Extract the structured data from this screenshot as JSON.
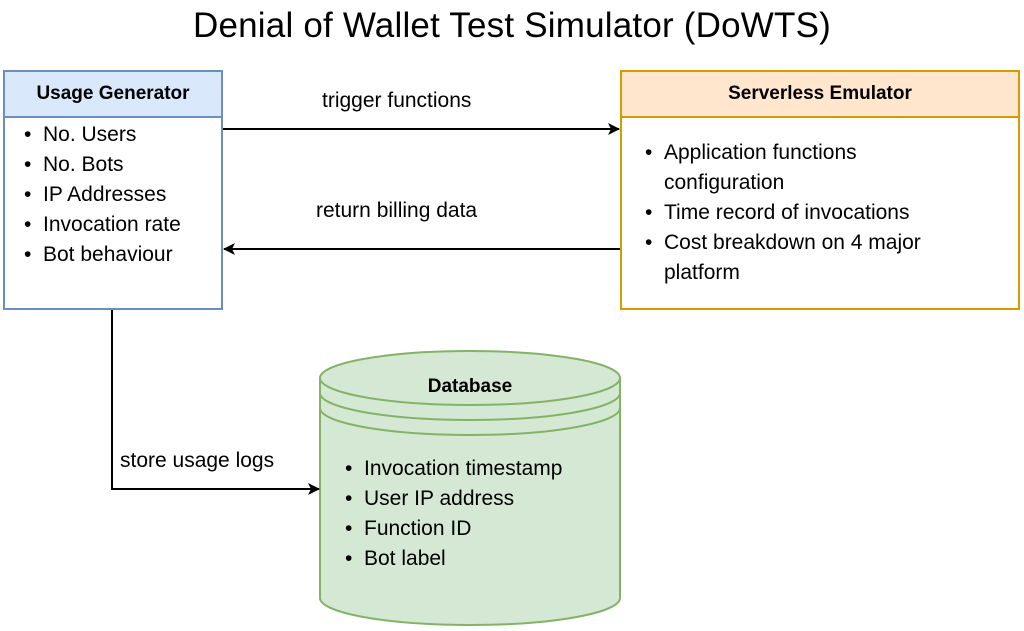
{
  "title": "Denial of Wallet Test Simulator (DoWTS)",
  "usage_generator": {
    "header": "Usage Generator",
    "items": [
      "No. Users",
      "No. Bots",
      "IP Addresses",
      "Invocation rate",
      "Bot behaviour"
    ]
  },
  "serverless_emulator": {
    "header": "Serverless Emulator",
    "items": [
      "Application functions configuration",
      "Time record of invocations",
      "Cost breakdown on 4 major platform"
    ]
  },
  "database": {
    "header": "Database",
    "items": [
      "Invocation timestamp",
      "User IP address",
      "Function ID",
      "Bot label"
    ]
  },
  "edges": {
    "trigger": "trigger functions",
    "billing": "return billing data",
    "logs": "store usage logs"
  },
  "colors": {
    "usage_fill": "#dae8fc",
    "usage_stroke": "#6c8ebf",
    "server_fill": "#ffe6cc",
    "server_stroke": "#d79b00",
    "db_fill": "#d5e8d4",
    "db_stroke": "#82b366"
  }
}
